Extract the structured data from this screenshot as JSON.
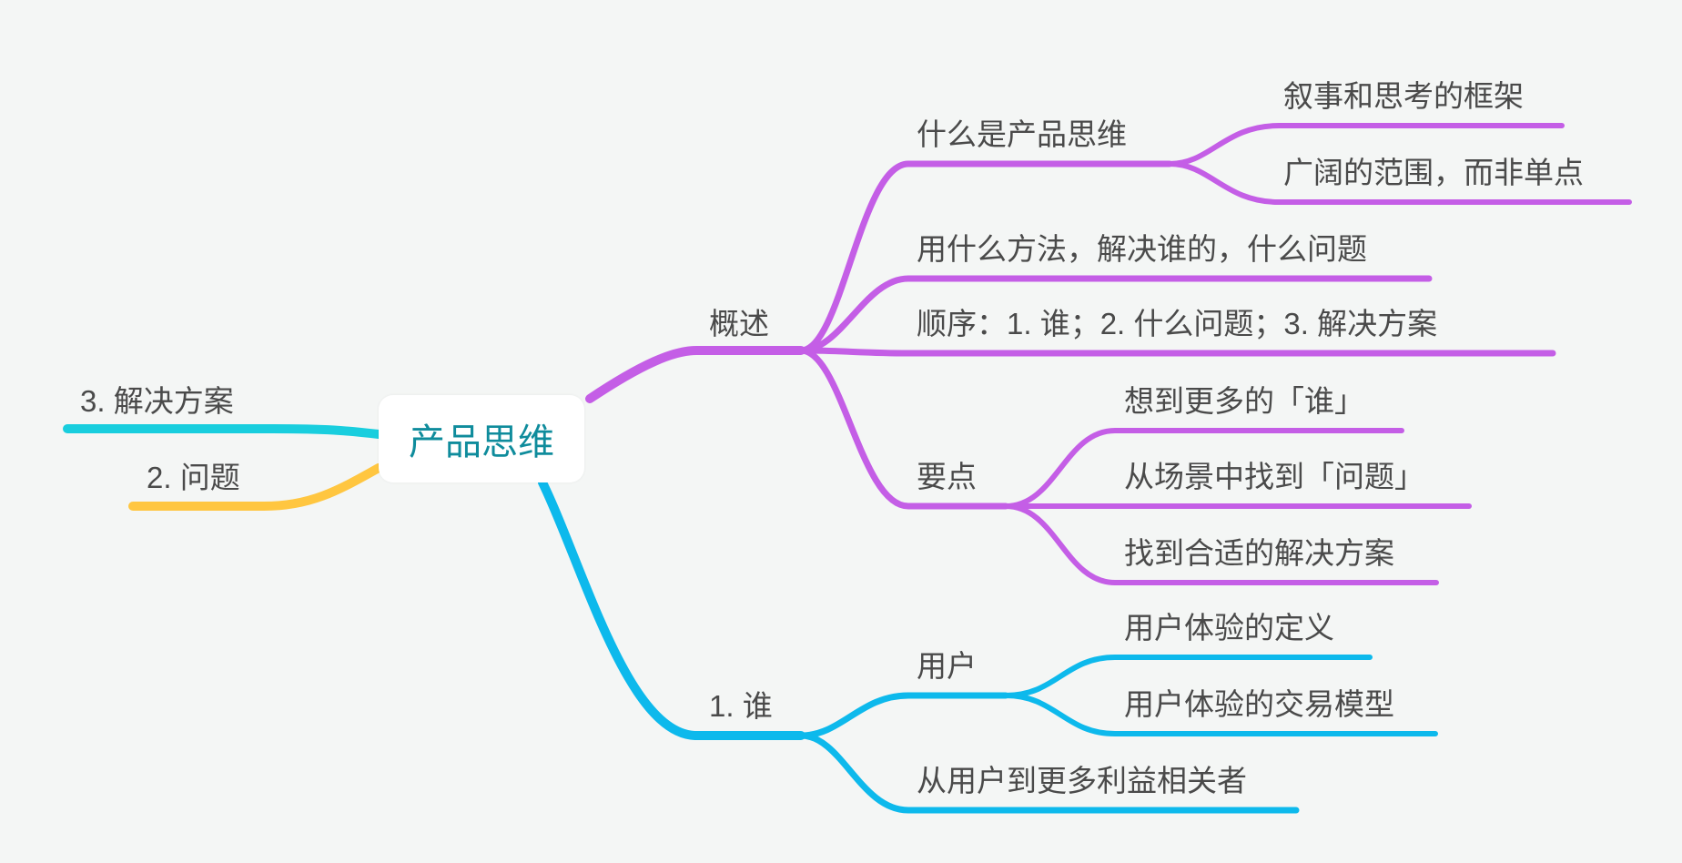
{
  "colors": {
    "background": "#f4f6f5",
    "root_text": "#0f8c9c",
    "branch_overview": "#c45ee6",
    "branch_who": "#0db9ec",
    "branch_problem": "#ffc640",
    "branch_solution": "#19cede",
    "label_text": "#4a4a4a"
  },
  "root": {
    "label": "产品思维"
  },
  "branches": {
    "overview": {
      "label": "概述",
      "children": {
        "what": {
          "label": "什么是产品思维",
          "children": [
            "叙事和思考的框架",
            "广阔的范围，而非单点"
          ]
        },
        "method": {
          "label": "用什么方法，解决谁的，什么问题"
        },
        "order": {
          "label": "顺序：1. 谁；2. 什么问题；3. 解决方案"
        },
        "points": {
          "label": "要点",
          "children": [
            "想到更多的「谁」",
            "从场景中找到「问题」",
            "找到合适的解决方案"
          ]
        }
      }
    },
    "who": {
      "label": "1. 谁",
      "children": {
        "user": {
          "label": "用户",
          "children": [
            "用户体验的定义",
            "用户体验的交易模型"
          ]
        },
        "stakeholders": {
          "label": "从用户到更多利益相关者"
        }
      }
    },
    "problem": {
      "label": "2. 问题"
    },
    "solution": {
      "label": "3. 解决方案"
    }
  }
}
